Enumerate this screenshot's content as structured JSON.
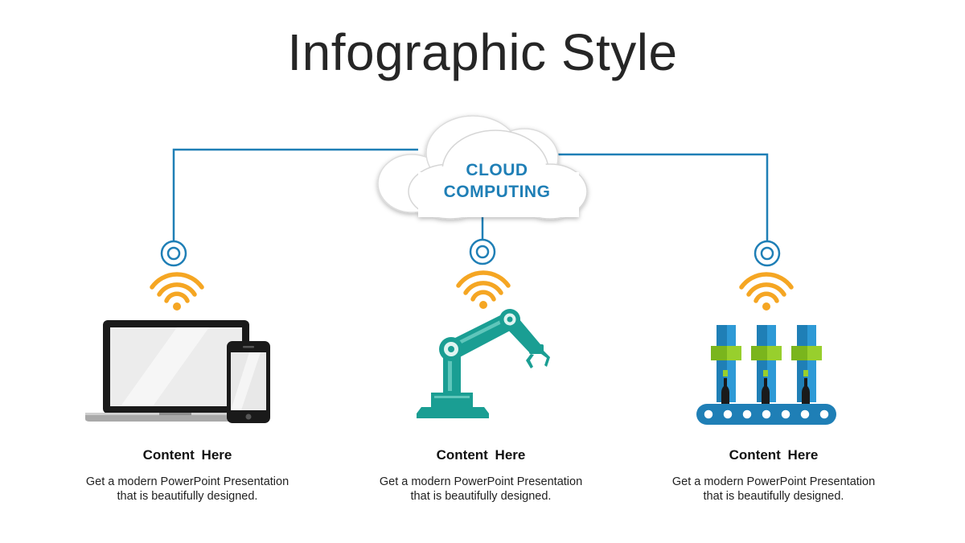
{
  "title": "Infographic Style",
  "cloud": {
    "line1": "CLOUD",
    "line2": "COMPUTING"
  },
  "items": [
    {
      "heading": "Content  Here",
      "desc_line1": "Get a modern PowerPoint  Presentation",
      "desc_line2": "that is beautifully designed.",
      "icon": "laptop-and-phone-icon"
    },
    {
      "heading": "Content  Here",
      "desc_line1": "Get a modern PowerPoint  Presentation",
      "desc_line2": "that is beautifully designed.",
      "icon": "robot-arm-icon"
    },
    {
      "heading": "Content  Here",
      "desc_line1": "Get a modern PowerPoint  Presentation",
      "desc_line2": "that is beautifully designed.",
      "icon": "conveyor-bottling-icon"
    }
  ],
  "colors": {
    "connector": "#1f7fb6",
    "wifi": "#f5a623",
    "robot": "#1a9e93",
    "factory_blue": "#1f7fb6",
    "factory_green": "#7ab51d",
    "title_text": "#262626"
  }
}
